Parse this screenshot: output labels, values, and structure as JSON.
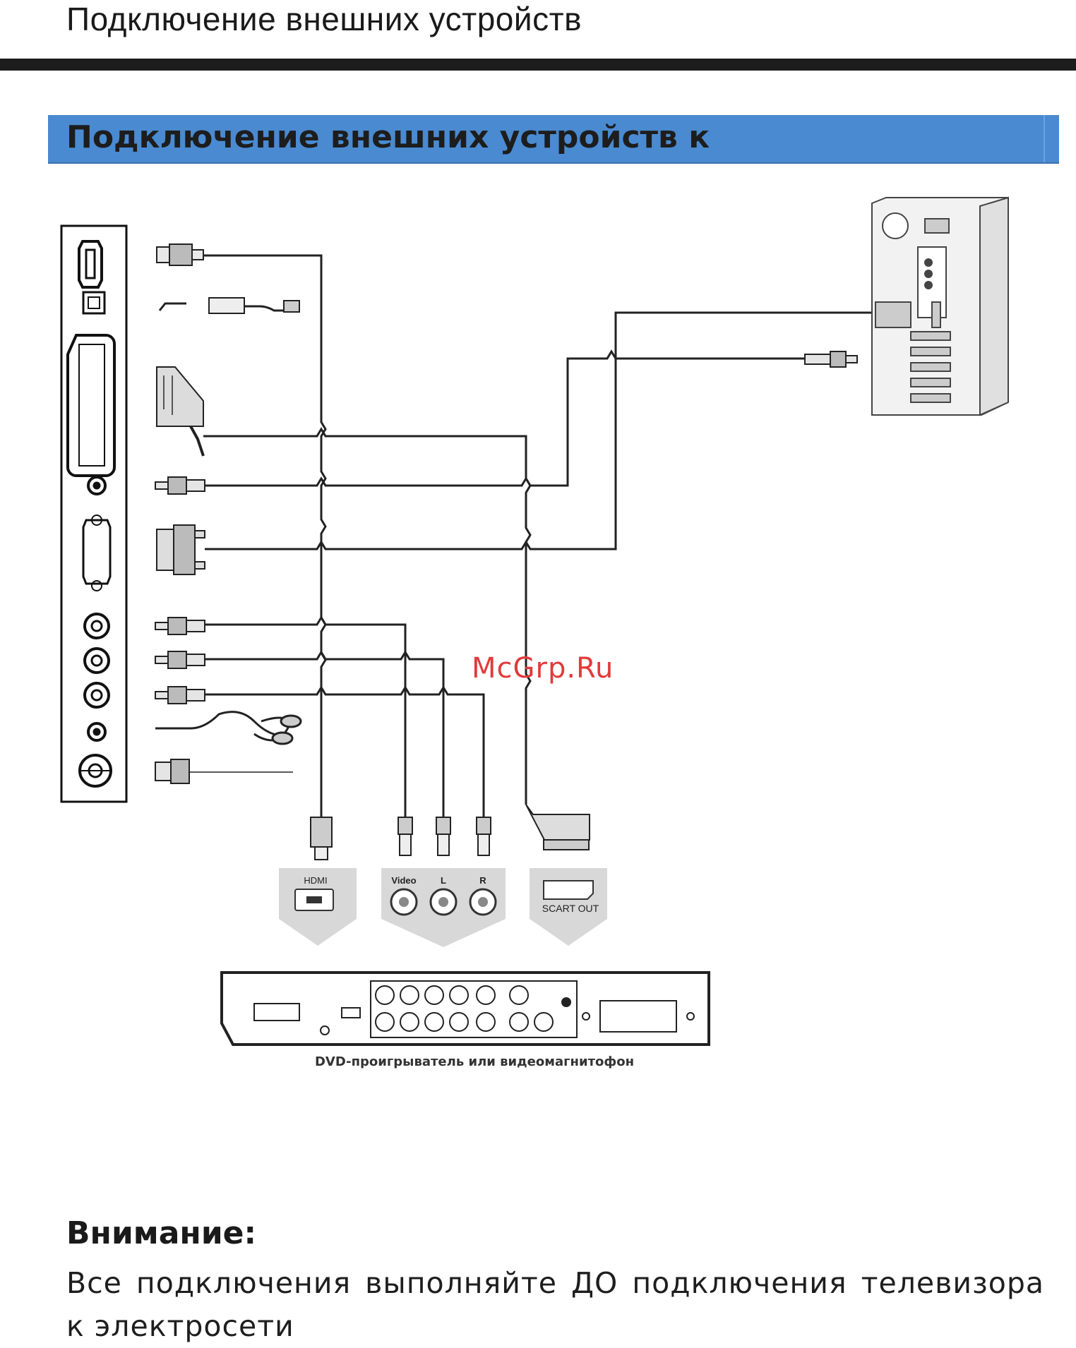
{
  "header": {
    "page_title": "Подключение внешних устройств"
  },
  "section": {
    "title": "Подключение внешних устройств к"
  },
  "watermark": "McGrp.Ru",
  "diagram": {
    "hdmi_label": "HDMI",
    "video_label": "Video",
    "l_label": "L",
    "r_label": "R",
    "scart_out_label": "SCART OUT",
    "dvd_caption": "DVD-проигрыватель или видеомагнитофон"
  },
  "attention": {
    "title": "Внимание:",
    "text": "Все подключения выполняйте ДО подключения телевизора к электросети"
  }
}
